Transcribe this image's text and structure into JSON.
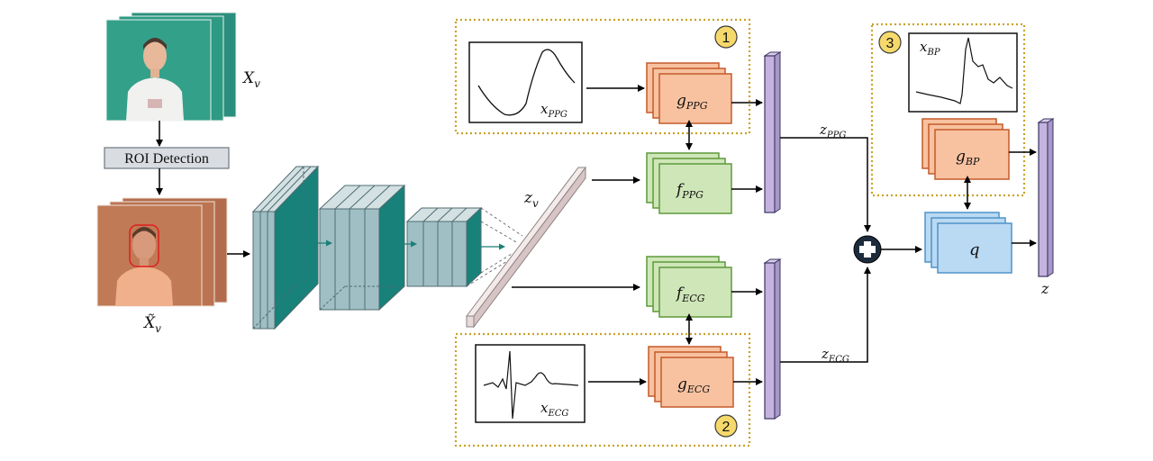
{
  "labels": {
    "xv": "X",
    "xv_sub": "v",
    "xtilde": "X̃",
    "xtilde_sub": "v",
    "roi": "ROI Detection",
    "zv": "z",
    "zv_sub": "v",
    "xppg": "x",
    "xppg_sub": "PPG",
    "xecg": "x",
    "xecg_sub": "ECG",
    "xbp": "x",
    "xbp_sub": "BP",
    "gppg": "g",
    "gppg_sub": "PPG",
    "fppg": "f",
    "fppg_sub": "PPG",
    "fecg": "f",
    "fecg_sub": "ECG",
    "gecg": "g",
    "gecg_sub": "ECG",
    "gbp": "g",
    "gbp_sub": "BP",
    "q": "q",
    "zppg": "z",
    "zppg_sub": "PPG",
    "zecg": "z",
    "zecg_sub": "ECG",
    "z": "z"
  },
  "badges": [
    "1",
    "2",
    "3"
  ],
  "colors": {
    "green_frame": "#2e9a84",
    "skin_frame": "#c07a56",
    "cnn_block": "#aac4c8",
    "cnn_teal": "#17817a",
    "orange_fill": "#f8c2a0",
    "orange_stroke": "#c45a2a",
    "green_fill": "#cfe6b8",
    "green_stroke": "#5d9a3a",
    "blue_fill": "#bad9f3",
    "blue_stroke": "#4f93c8",
    "purple_fill": "#c4b3df",
    "purple_stroke": "#3b3560",
    "dotted_box": "#c9a227",
    "badge_fill": "#f6d96b"
  }
}
